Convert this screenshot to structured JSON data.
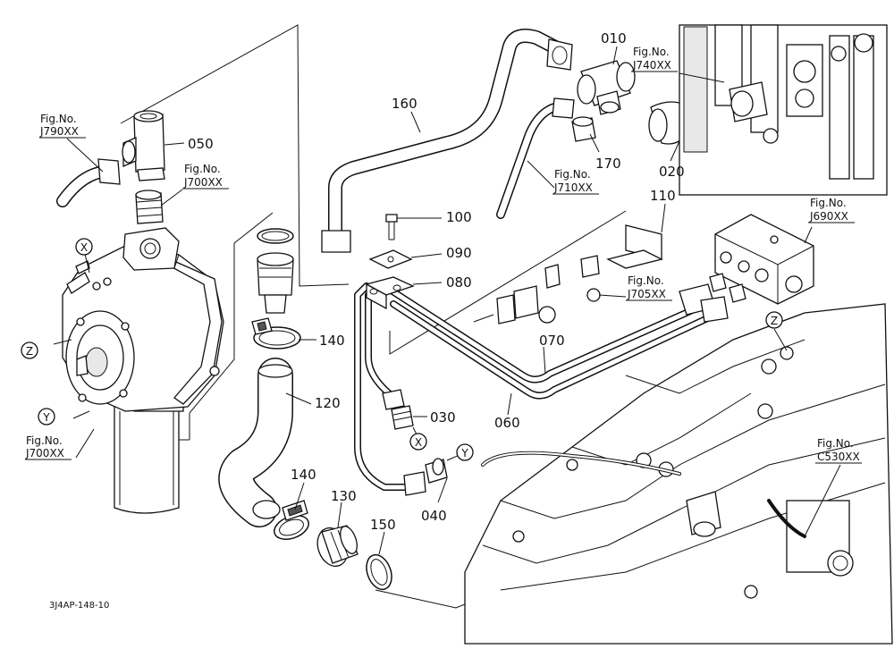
{
  "drawing_code": "3J4AP-148-10",
  "callouts": [
    {
      "id": "010",
      "label": "010"
    },
    {
      "id": "020",
      "label": "020"
    },
    {
      "id": "030",
      "label": "030"
    },
    {
      "id": "040",
      "label": "040"
    },
    {
      "id": "050",
      "label": "050"
    },
    {
      "id": "060",
      "label": "060"
    },
    {
      "id": "070",
      "label": "070"
    },
    {
      "id": "080",
      "label": "080"
    },
    {
      "id": "090",
      "label": "090"
    },
    {
      "id": "100",
      "label": "100"
    },
    {
      "id": "110",
      "label": "110"
    },
    {
      "id": "120",
      "label": "120"
    },
    {
      "id": "130",
      "label": "130"
    },
    {
      "id": "140a",
      "label": "140"
    },
    {
      "id": "140b",
      "label": "140"
    },
    {
      "id": "150",
      "label": "150"
    },
    {
      "id": "160",
      "label": "160"
    },
    {
      "id": "170",
      "label": "170"
    }
  ],
  "fig_refs": [
    {
      "id": "j790",
      "label": "Fig.No.",
      "code": "J790XX"
    },
    {
      "id": "j700a",
      "label": "Fig.No.",
      "code": "J700XX"
    },
    {
      "id": "j700b",
      "label": "Fig.No.",
      "code": "J700XX"
    },
    {
      "id": "j740",
      "label": "Fig.No.",
      "code": "J740XX"
    },
    {
      "id": "j710",
      "label": "Fig.No.",
      "code": "J710XX"
    },
    {
      "id": "j690",
      "label": "Fig.No.",
      "code": "J690XX"
    },
    {
      "id": "j705",
      "label": "Fig.No.",
      "code": "J705XX"
    },
    {
      "id": "c530",
      "label": "Fig.No.",
      "code": "C530XX"
    }
  ],
  "markers": [
    {
      "id": "x1",
      "label": "X"
    },
    {
      "id": "x2",
      "label": "X"
    },
    {
      "id": "y1",
      "label": "Y"
    },
    {
      "id": "y2",
      "label": "Y"
    },
    {
      "id": "z1",
      "label": "Z"
    },
    {
      "id": "z2",
      "label": "Z"
    }
  ]
}
